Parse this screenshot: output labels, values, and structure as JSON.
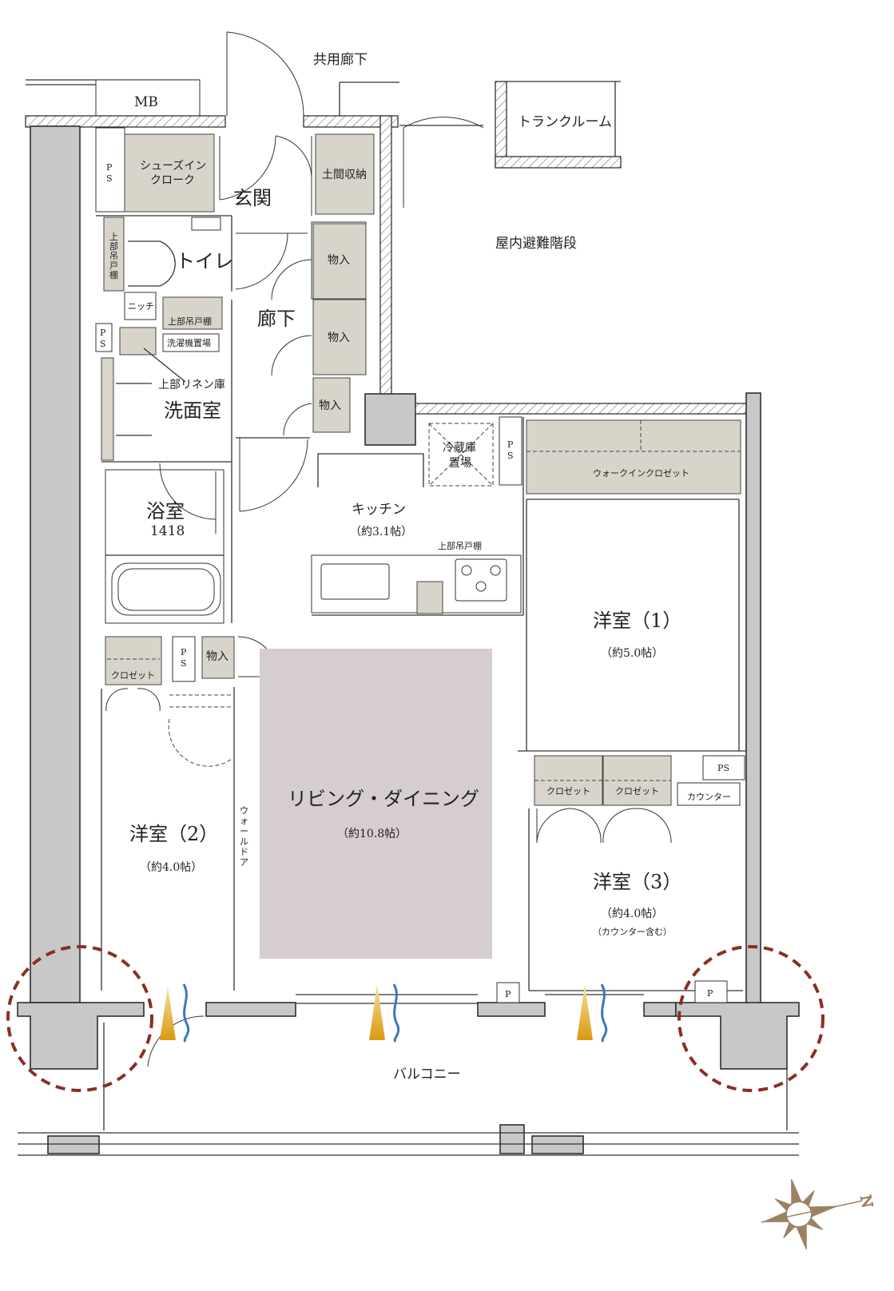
{
  "labels": {
    "common_corridor": "共用廊下",
    "mb": "MB",
    "trunk_room": "トランクルーム",
    "indoor_stairs": "屋内避難階段",
    "ps": "P",
    "ps2": "S",
    "ps_inline": "PS",
    "shoes_in_cloak_1": "シューズイン",
    "shoes_in_cloak_2": "クローク",
    "entrance": "玄関",
    "doma_storage": "土間収納",
    "toilet": "トイレ",
    "upper_cabinet_vertical": [
      "上",
      "部",
      "吊",
      "戸",
      "棚"
    ],
    "niche": "ニッチ",
    "upper_cabinet": "上部吊戸棚",
    "washer_space": "洗濯機置場",
    "upper_linen": "上部リネン庫",
    "washroom": "洗面室",
    "corridor": "廊下",
    "storage": "物入",
    "bathroom": "浴室",
    "bath_size": "1418",
    "fridge_1": "冷蔵庫",
    "fridge_2": "置場",
    "walk_in_closet": "ウォークインクロゼット",
    "kitchen": "キッチン",
    "kitchen_size": "（約3.1帖）",
    "kitchen_upper_cabinet": "上部吊戸棚",
    "western1": "洋室（1）",
    "western1_size": "（約5.0帖）",
    "closet": "クロゼット",
    "counter": "カウンター",
    "living": "リビング・ダイニング",
    "living_size": "（約10.8帖）",
    "wall_door": [
      "ウ",
      "ォ",
      "ー",
      "ル",
      "ド",
      "ア"
    ],
    "western2": "洋室（2）",
    "western2_size": "（約4.0帖）",
    "western3": "洋室（3）",
    "western3_size": "（約4.0帖）",
    "western3_note": "（カウンター含む）",
    "p": "P",
    "balcony": "バルコニー",
    "compass_n": "N"
  },
  "colors": {
    "storage_fill": "#d8d4ca",
    "living_fill": "#d6cdd0",
    "wall_fill": "#c8c8c8",
    "marker_circle": "#8b2e22",
    "compass": "#9a8262",
    "air_orange": "#e0a020",
    "air_blue": "#3a78c0"
  }
}
